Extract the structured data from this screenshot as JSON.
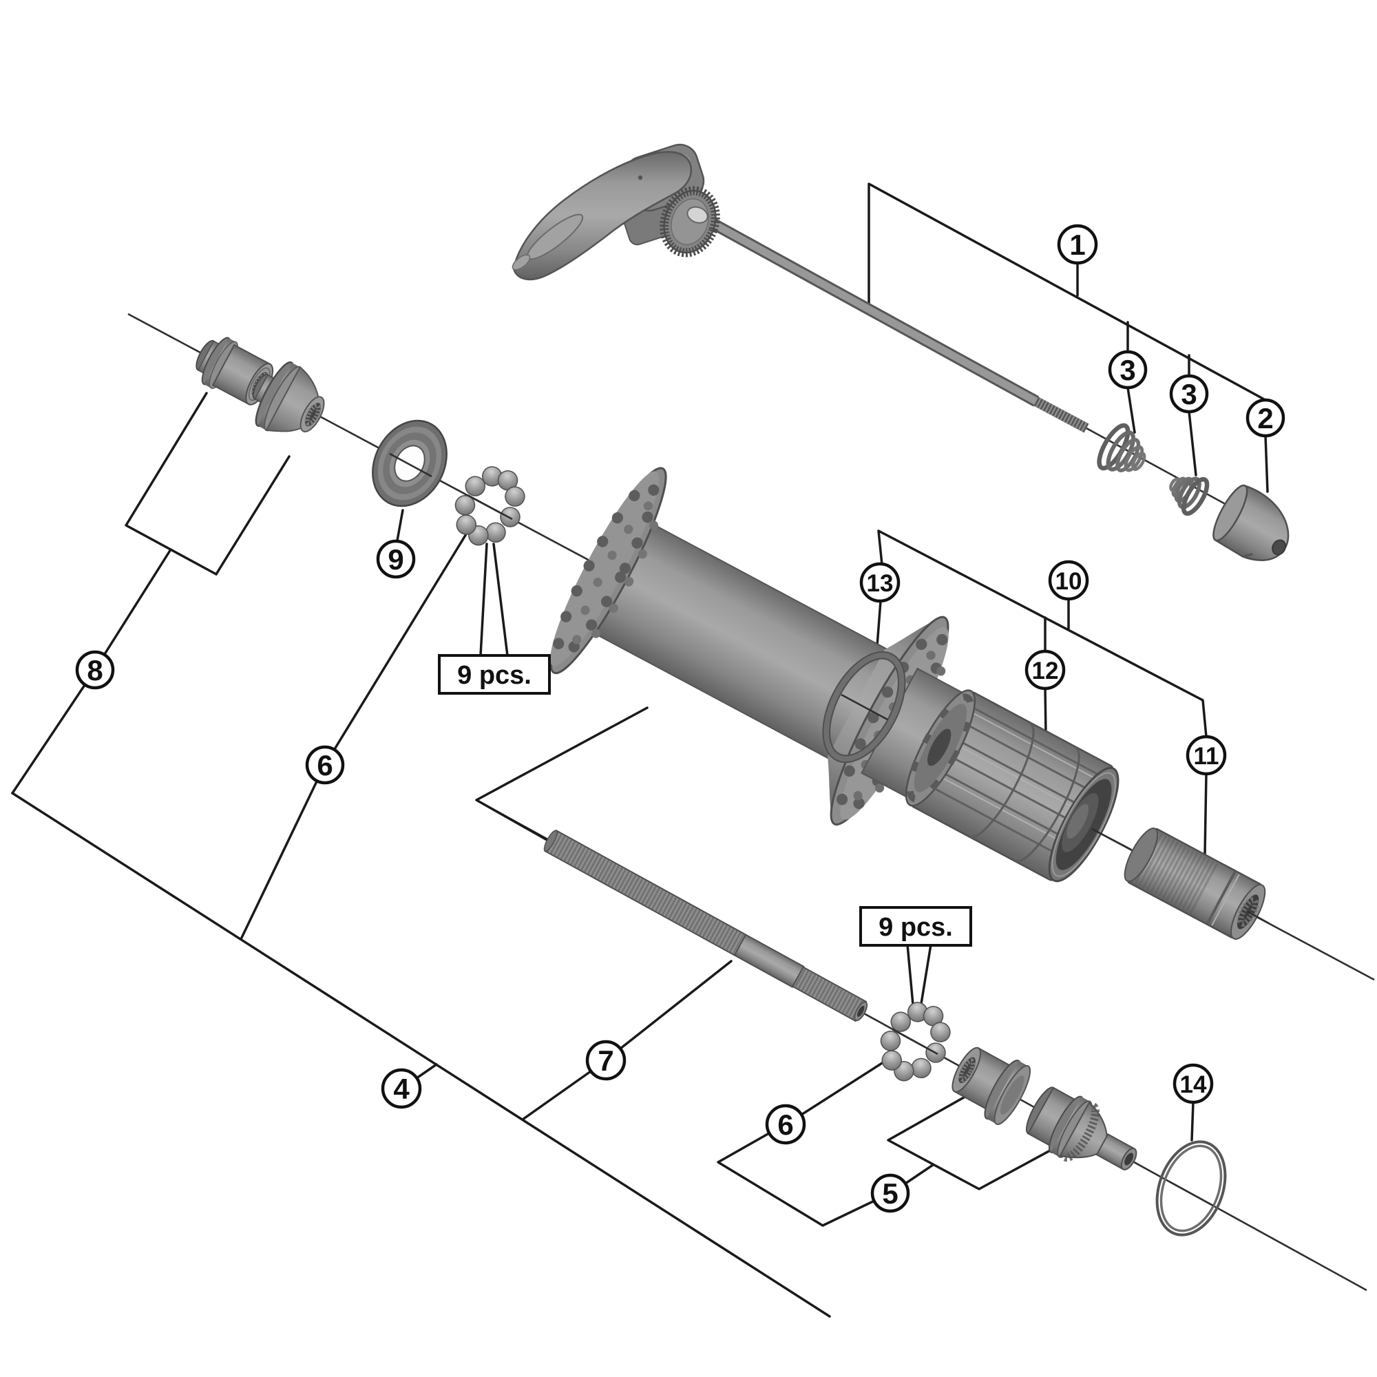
{
  "figure": {
    "type": "exploded-parts-diagram",
    "subject": "bicycle-rear-hub-assembly",
    "background": "#ffffff"
  },
  "colors": {
    "leader_line": "#1a1a1a",
    "axis_line": "#2e2e2e",
    "part_mid_gray": "#8d8d8d",
    "part_dark_gray": "#5a5a5a",
    "part_light_gray": "#b8b8b8",
    "hole_dark": "#3f3f3f",
    "callout_background": "#ffffff",
    "callout_stroke": "#111111"
  },
  "callouts": [
    {
      "label": "1"
    },
    {
      "label": "3"
    },
    {
      "label": "3"
    },
    {
      "label": "2"
    },
    {
      "label": "13"
    },
    {
      "label": "10"
    },
    {
      "label": "12"
    },
    {
      "label": "11"
    },
    {
      "label": "9"
    },
    {
      "label": "8"
    },
    {
      "label": "6"
    },
    {
      "label": "4"
    },
    {
      "label": "7"
    },
    {
      "label": "6"
    },
    {
      "label": "5"
    },
    {
      "label": "14"
    }
  ],
  "quantity_labels": [
    {
      "text": "9 pcs."
    },
    {
      "text": "9 pcs."
    }
  ]
}
